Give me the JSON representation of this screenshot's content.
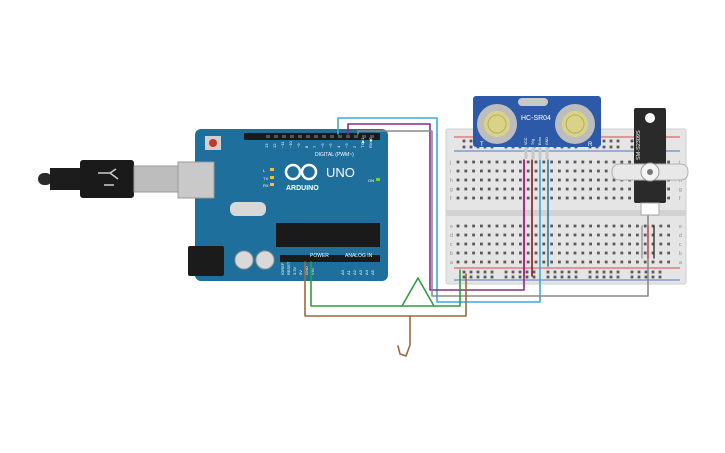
{
  "arduino": {
    "brand_text": "ARDUINO",
    "model_text": "UNO",
    "digital_header_label": "DIGITAL (PWM~)",
    "power_label": "POWER",
    "analog_label": "ANALOG IN",
    "aref_label": "AREF",
    "gnd_label": "GND",
    "tx_label": "TX",
    "rx_label": "RX",
    "l_label": "L",
    "on_label": "ON",
    "ioref_label": "IOREF",
    "reset_label": "RESET",
    "v33_label": "3.3V",
    "v5_label": "5V",
    "vin_label": "VIN",
    "digital_pins": [
      "13",
      "12",
      "~11",
      "~10",
      "~9",
      "8",
      "7",
      "~6",
      "~5",
      "4",
      "~3",
      "2",
      "TX▶1",
      "RX◀0"
    ],
    "analog_pins": [
      "A0",
      "A1",
      "A2",
      "A3",
      "A4",
      "A5"
    ]
  },
  "sensor": {
    "label": "HC-SR04",
    "t_label": "T",
    "r_label": "R",
    "pin_labels": [
      "VCC",
      "Trig",
      "Echo",
      "GND"
    ]
  },
  "servo": {
    "label": "SM-S2309S"
  },
  "breadboard": {
    "row_labels_top": [
      "j",
      "i",
      "h",
      "g",
      "f"
    ],
    "row_labels_bottom": [
      "e",
      "d",
      "c",
      "b",
      "a"
    ]
  },
  "colors": {
    "board": "#1f6f9c",
    "breadboard": "#e5e5e5",
    "rail_red": "#d94b4b",
    "rail_blue": "#4a78c7",
    "wire_purple": "#8c2a8c",
    "wire_cyan": "#3fa9d6",
    "wire_gray": "#8a8a8a",
    "wire_green": "#2f9e3f",
    "wire_brown": "#9a6a3c",
    "sensor_blue": "#2c5aa8"
  }
}
